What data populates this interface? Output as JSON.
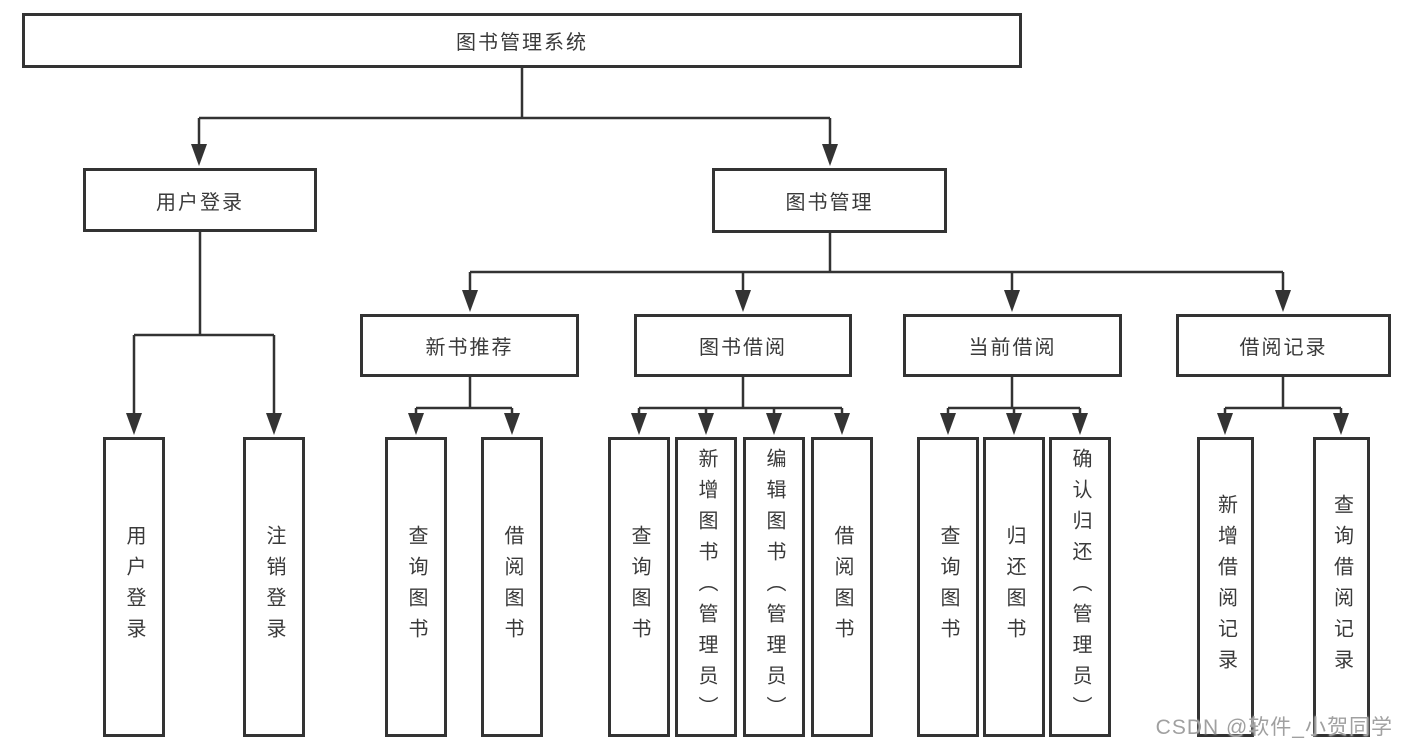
{
  "diagram": {
    "root_label": "图书管理系统",
    "level1": [
      {
        "id": "user-login",
        "label": "用户登录",
        "children": [
          "用户登录",
          "注销登录"
        ]
      },
      {
        "id": "book-management",
        "label": "图书管理",
        "sections": [
          {
            "id": "new-book-recommendation",
            "label": "新书推荐",
            "children": [
              "查询图书",
              "借阅图书"
            ]
          },
          {
            "id": "book-borrowing",
            "label": "图书借阅",
            "children": [
              "查询图书",
              "新增图书（管理员）",
              "编辑图书（管理员）",
              "借阅图书"
            ]
          },
          {
            "id": "current-borrowing",
            "label": "当前借阅",
            "children": [
              "查询图书",
              "归还图书",
              "确认归还（管理员）"
            ]
          },
          {
            "id": "borrowing-records",
            "label": "借阅记录",
            "children": [
              "新增借阅记录",
              "查询借阅记录"
            ]
          }
        ]
      }
    ]
  },
  "watermark": {
    "text": "CSDN @软件_小贺同学"
  },
  "colors": {
    "line": "#333333",
    "box_border": "#333333",
    "text": "#3a3a3a",
    "watermark": "#a0a0a0",
    "background": "#ffffff"
  }
}
